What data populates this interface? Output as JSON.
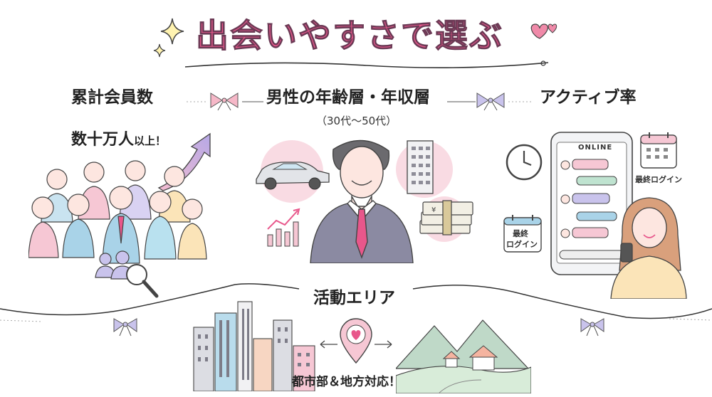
{
  "title": "出会いやすさで選ぶ",
  "sections": {
    "members": {
      "heading": "累計会員数",
      "callout_main": "数十万人",
      "callout_suffix": "以上！"
    },
    "demographics": {
      "heading": "男性の年齢層・年収層",
      "subtext": "（30代〜50代）"
    },
    "activity": {
      "heading": "アクティブ率",
      "phone_status": "ONLINE",
      "calendar_label": "最終ログイン",
      "badge_line1": "最終",
      "badge_line2": "ログイン"
    },
    "area": {
      "heading": "活動エリア",
      "caption": "都市部＆地方対応！"
    }
  },
  "colors": {
    "accent_pink": "#e8578b",
    "soft_pink": "#f6c7d4",
    "lavender": "#b9b2e0",
    "sky": "#a9d3e8",
    "mint": "#bfe3d0"
  },
  "icons": [
    "sparkle-icon",
    "heart-icon",
    "ribbon-icon",
    "arrow-up-icon",
    "magnifier-icon",
    "car-icon",
    "building-icon",
    "money-icon",
    "bar-chart-icon",
    "clock-icon",
    "calendar-icon",
    "smartphone-icon",
    "map-pin-icon",
    "mountain-icon"
  ]
}
